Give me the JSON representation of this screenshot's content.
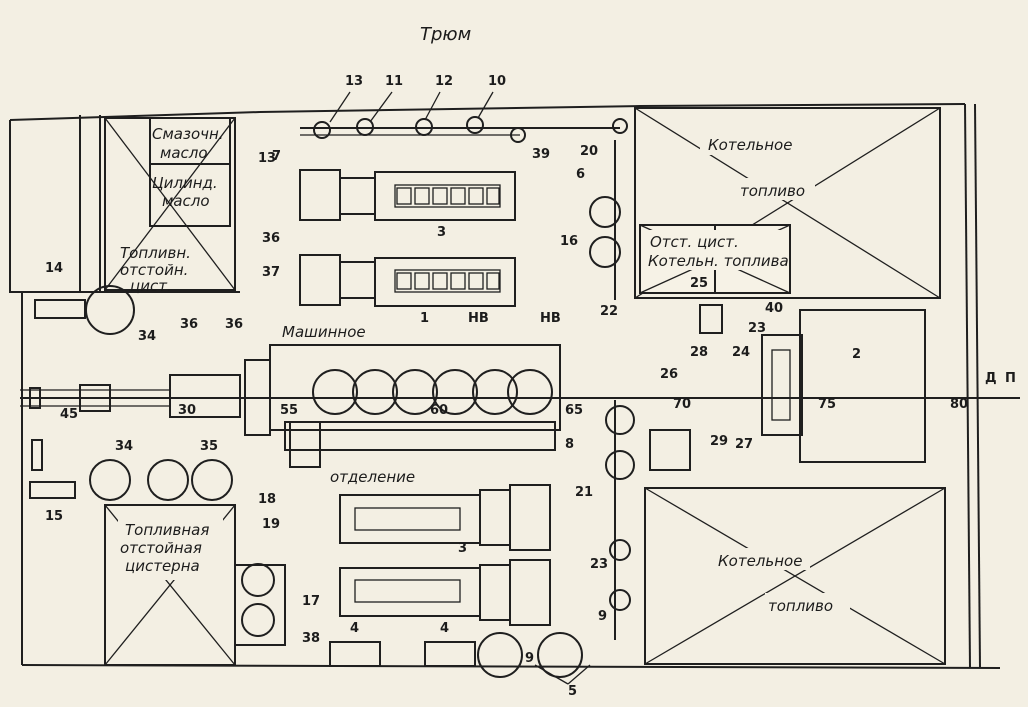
{
  "title": "Трюм",
  "rooms": {
    "lub_oil_1": "Смазочн.",
    "lub_oil_2": "масло",
    "cyl_oil_1": "Цилинд.",
    "cyl_oil_2": "масло",
    "settling_1": "Топливн.",
    "settling_2": "отстойн.",
    "settling_3": "цист.",
    "boiler_fuel_top_1": "Котельное",
    "boiler_fuel_top_2": "топливо",
    "settle_boiler_1": "Отст. цист.",
    "settle_boiler_2": "Котельн. топлива",
    "engine_room_1": "Машинное",
    "engine_room_2": "отделение",
    "fuel_settling_1": "Топливная",
    "fuel_settling_2": "отстойная",
    "fuel_settling_3": "цистерна",
    "boiler_fuel_bot_1": "Котельное",
    "boiler_fuel_bot_2": "топливо"
  },
  "markers": {
    "n13a": "13",
    "n11": "11",
    "n12": "12",
    "n10": "10",
    "n7": "7",
    "n39": "39",
    "n20": "20",
    "n6": "6",
    "n13b": "13",
    "n3a": "3",
    "n16": "16",
    "n36a": "36",
    "n37": "37",
    "n14": "14",
    "n34a": "34",
    "n36b": "36",
    "n36c": "36",
    "nHB1": "НВ",
    "nHB2": "НВ",
    "n1": "1",
    "n22": "22",
    "n25": "25",
    "n40": "40",
    "n23a": "23",
    "n28": "28",
    "n24": "24",
    "n2": "2",
    "n26": "26",
    "nDP1": "Д",
    "nDP2": "П",
    "n45": "45",
    "n30": "30",
    "n55": "55",
    "n60": "60",
    "n65": "65",
    "n70": "70",
    "n75": "75",
    "n80": "80",
    "n8": "8",
    "n29": "29",
    "n27": "27",
    "n34b": "34",
    "n35": "35",
    "n15": "15",
    "n21": "21",
    "n18": "18",
    "n19": "19",
    "n3b": "3",
    "n17": "17",
    "n23b": "23",
    "n9a": "9",
    "n38": "38",
    "n4a": "4",
    "n4b": "4",
    "n9b": "9",
    "n5": "5"
  }
}
